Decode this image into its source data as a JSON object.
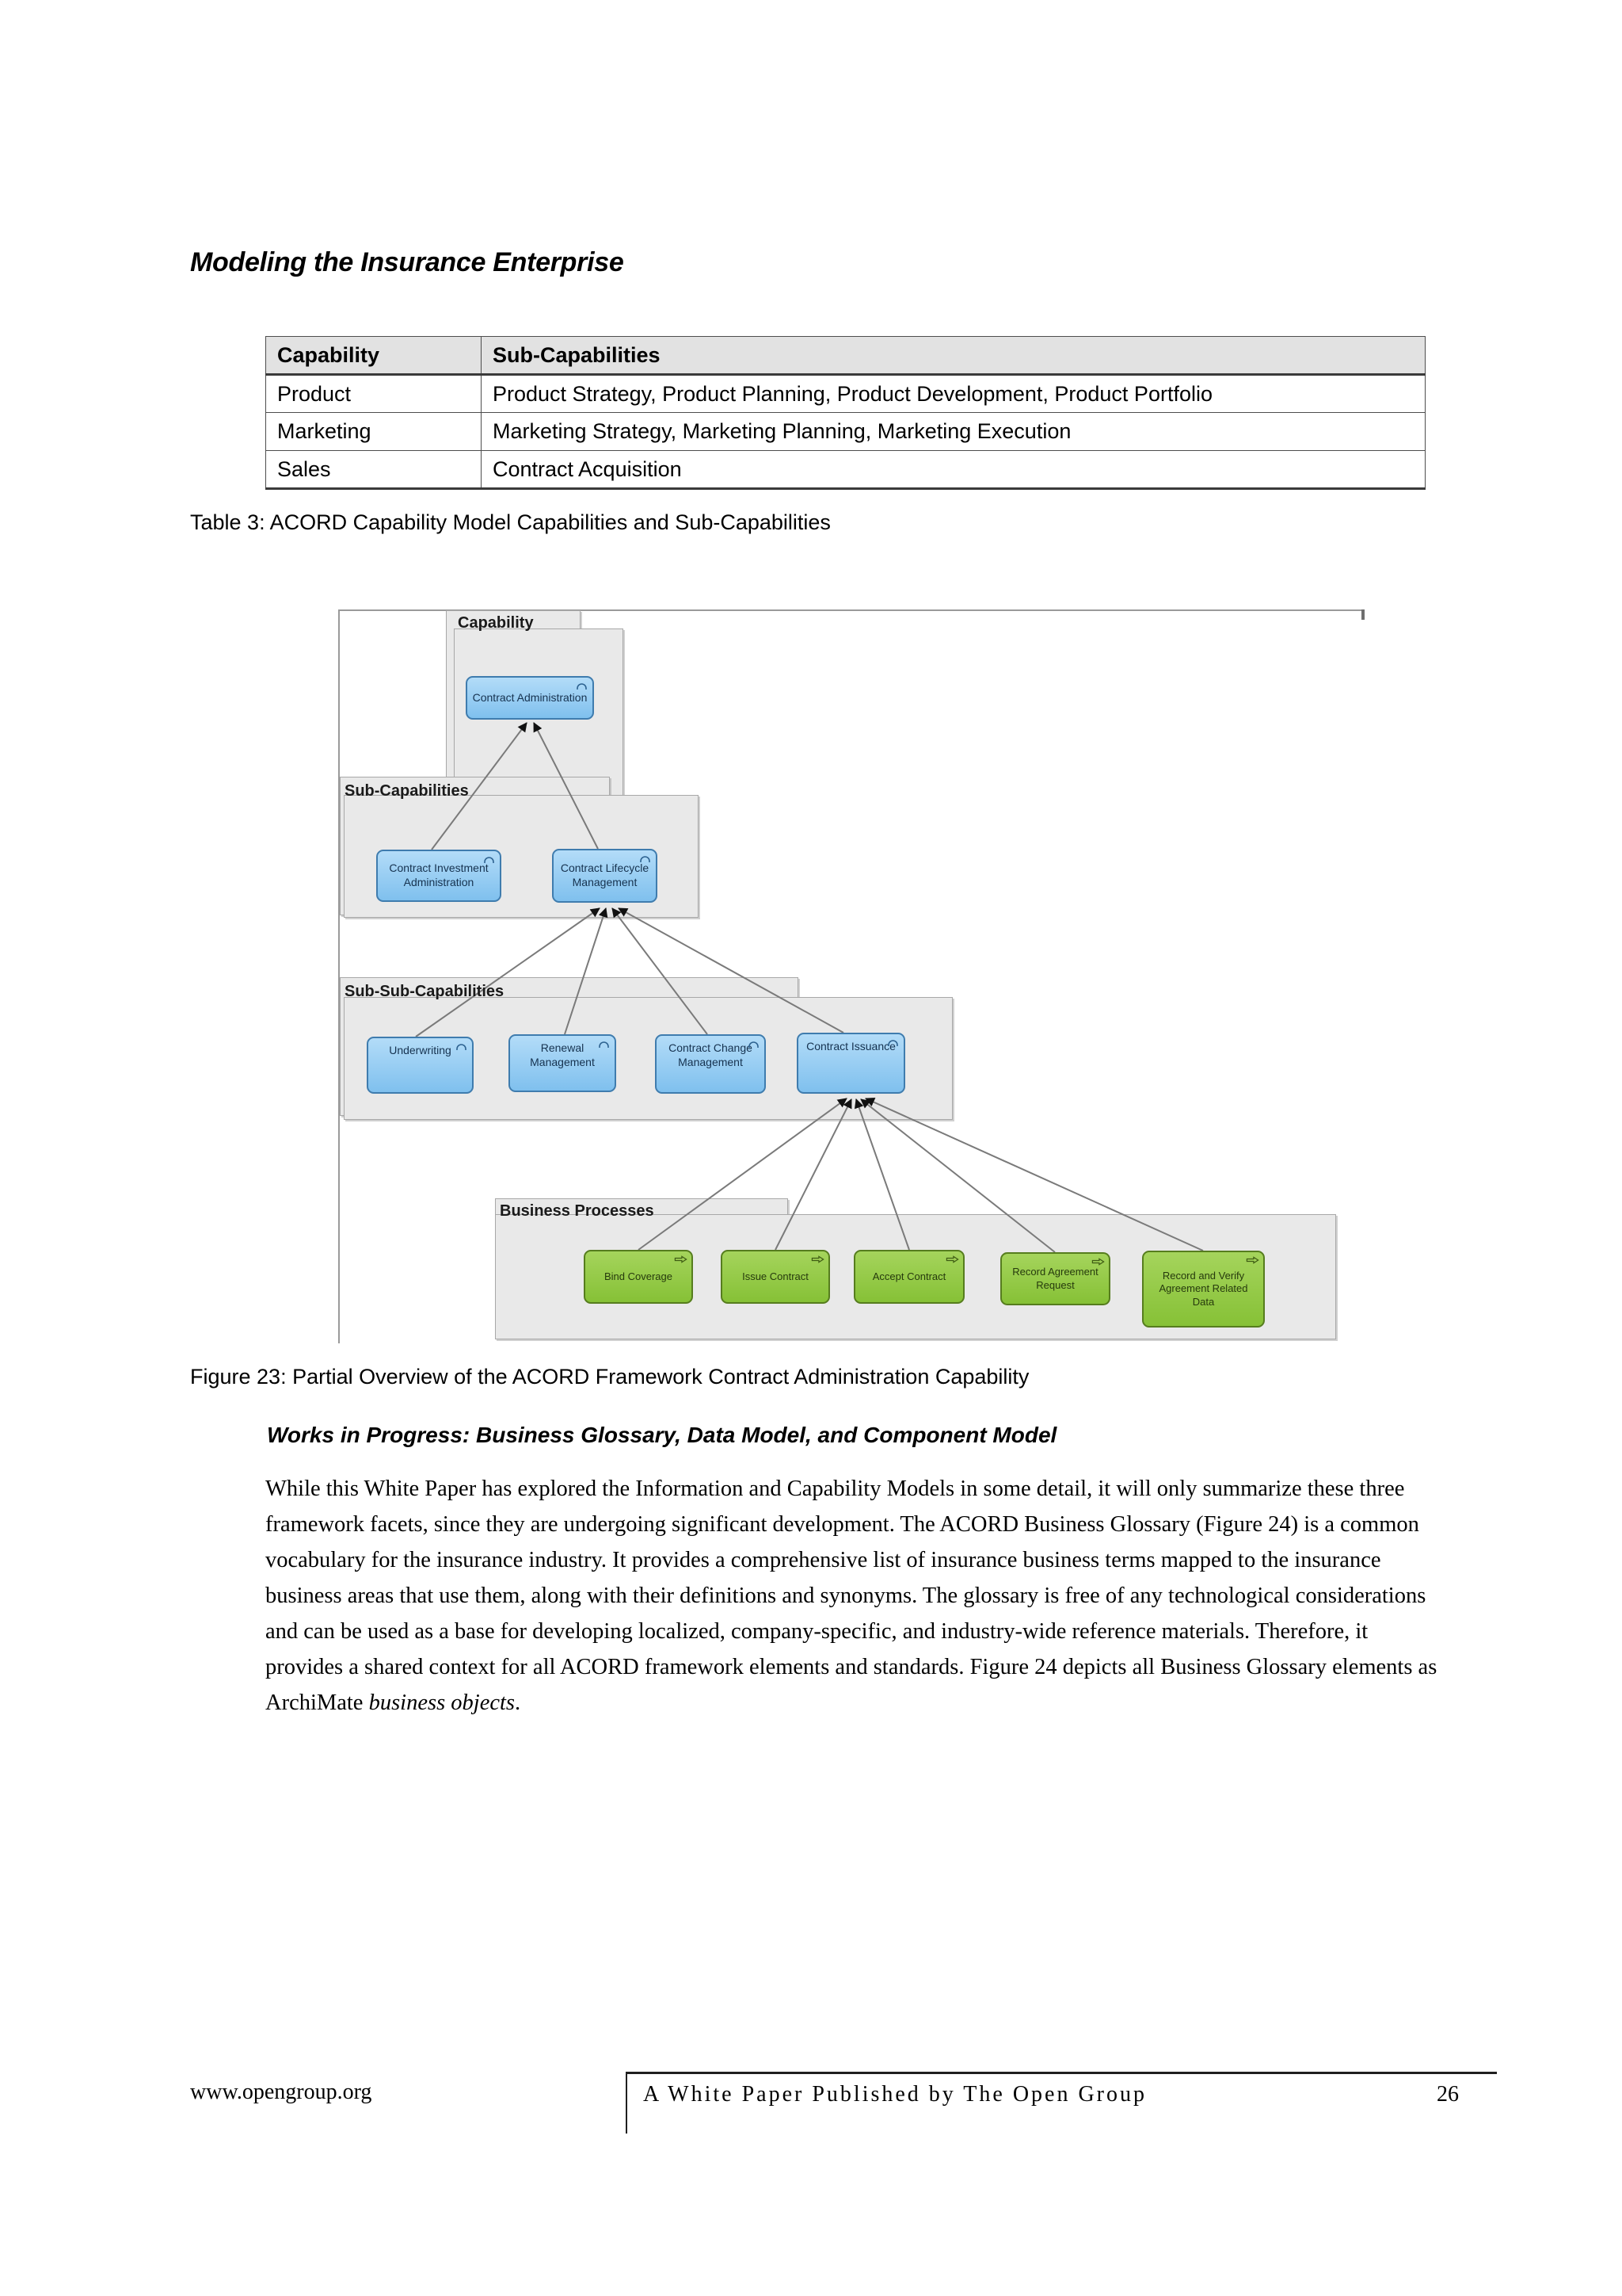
{
  "title": "Modeling the Insurance Enterprise",
  "table": {
    "headers": [
      "Capability",
      "Sub-Capabilities"
    ],
    "rows": [
      [
        "Product",
        "Product Strategy, Product Planning, Product Development, Product Portfolio"
      ],
      [
        "Marketing",
        "Marketing Strategy, Marketing Planning, Marketing Execution"
      ],
      [
        "Sales",
        "Contract Acquisition"
      ]
    ],
    "caption": "Table 3: ACORD Capability Model Capabilities and Sub-Capabilities"
  },
  "figure": {
    "caption": "Figure 23: Partial Overview of the ACORD Framework Contract Administration Capability",
    "groups": [
      {
        "label": "Capability",
        "nodes": [
          {
            "label": "Contract Administration",
            "type": "capability"
          }
        ]
      },
      {
        "label": "Sub-Capabilities",
        "nodes": [
          {
            "label": "Contract Investment Administration",
            "type": "capability"
          },
          {
            "label": "Contract Lifecycle Management",
            "type": "capability"
          }
        ]
      },
      {
        "label": "Sub-Sub-Capabilities",
        "nodes": [
          {
            "label": "Underwriting",
            "type": "capability"
          },
          {
            "label": "Renewal Management",
            "type": "capability"
          },
          {
            "label": "Contract Change Management",
            "type": "capability"
          },
          {
            "label": "Contract Issuance",
            "type": "capability"
          }
        ]
      },
      {
        "label": "Business Processes",
        "nodes": [
          {
            "label": "Bind Coverage",
            "type": "business-process"
          },
          {
            "label": "Issue Contract",
            "type": "business-process"
          },
          {
            "label": "Accept Contract",
            "type": "business-process"
          },
          {
            "label": "Record Agreement Request",
            "type": "business-process"
          },
          {
            "label": "Record and Verify Agreement Related Data",
            "type": "business-process"
          }
        ]
      }
    ],
    "colors": {
      "capability_fill": "#8cc9f0",
      "capability_border": "#3f7cae",
      "process_fill": "#8cc63f",
      "process_border": "#567d1e",
      "group_fill": "#e9e9e9",
      "group_border": "#a8a8a8",
      "connector": "#7a7a7a",
      "arrowhead": "#111111"
    }
  },
  "section": {
    "heading": "Works in Progress: Business Glossary, Data Model, and Component Model"
  },
  "body": {
    "part1": "While this White Paper has explored the Information and Capability Models in some detail, it will only summarize these three framework facets, since they are undergoing significant development. The ACORD Business Glossary (Figure 24) is a common vocabulary for the insurance industry. It provides a comprehensive list of insurance business terms mapped to the insurance business areas that use them, along with their definitions and synonyms. The glossary is free of any technological considerations and can be used as a base for developing localized, company-specific, and industry-wide reference materials. Therefore, it provides a shared context for all ACORD framework elements and standards. Figure 24 depicts all Business Glossary elements as ArchiMate ",
    "italic": "business objects",
    "part2": "."
  },
  "footer": {
    "site": "www.opengroup.org",
    "publisher": "A White Paper Published by The Open Group",
    "page_number": "26"
  }
}
